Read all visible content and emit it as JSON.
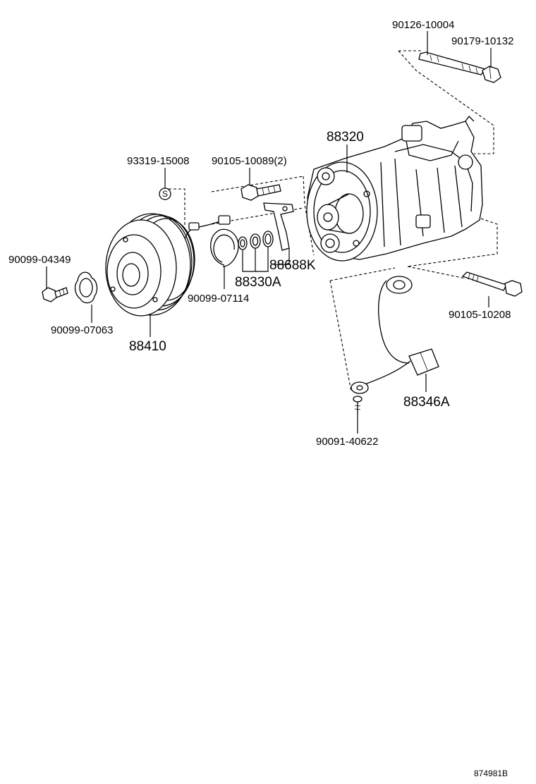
{
  "parts": {
    "bolt_long": "90126-10004",
    "nut": "90179-10132",
    "compressor": "88320",
    "plug_s": "93319-15008",
    "bolt_bracket": "90105-10089(2)",
    "bolt_left": "90099-04349",
    "bracket": "88688K",
    "orings": "88330A",
    "snap_ring": "90099-07114",
    "shim": "90099-07063",
    "clutch_pulley": "88410",
    "bolt_right": "90105-10208",
    "sensor": "88346A",
    "screw": "90091-40622"
  },
  "plug_mark": "S",
  "diagram_code": "874981B"
}
